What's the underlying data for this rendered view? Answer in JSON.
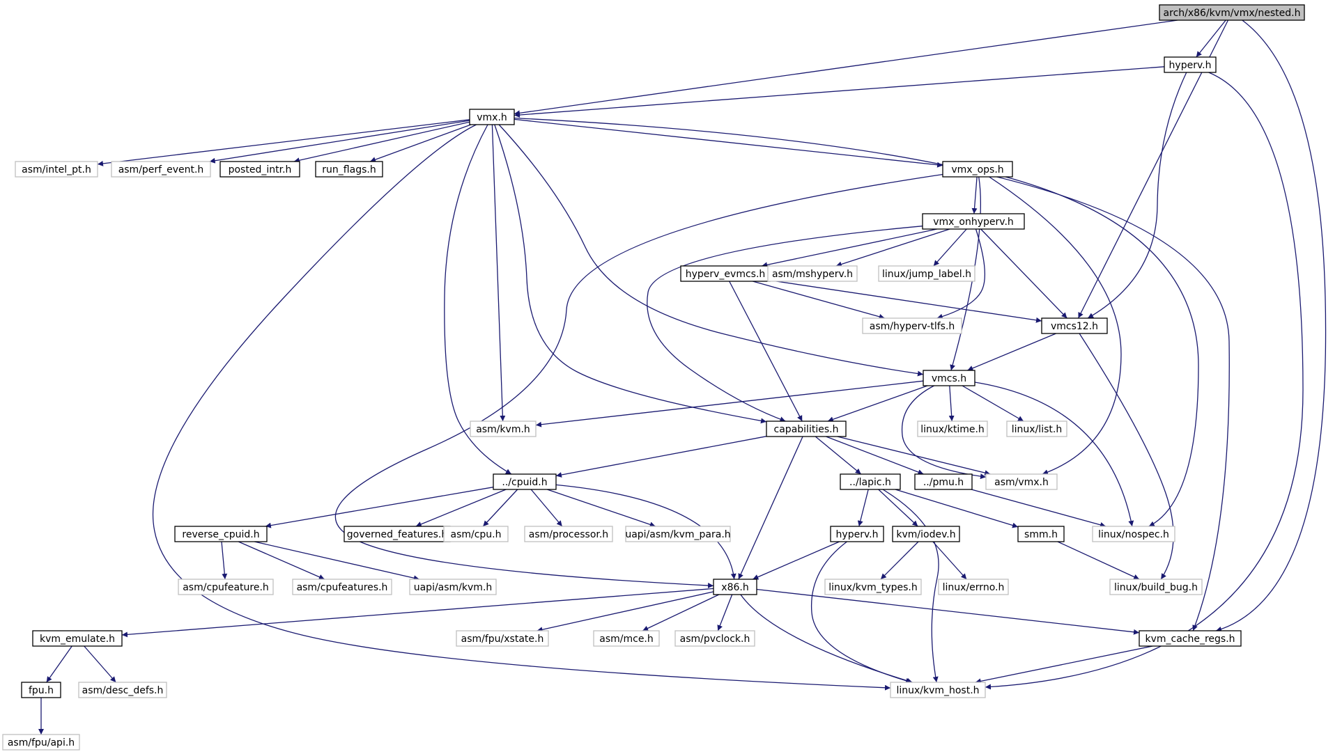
{
  "diagram": {
    "colors": {
      "edge": "#191970",
      "root_fill": "#bfbfbf",
      "local_border": "#000000",
      "external_border": "#bfbfbf"
    },
    "nodes": [
      {
        "id": "nested",
        "label": "arch/x86/kvm/vmx/nested.h",
        "kind": "root"
      },
      {
        "id": "hyperv_top",
        "label": "hyperv.h",
        "kind": "local"
      },
      {
        "id": "vmx",
        "label": "vmx.h",
        "kind": "local"
      },
      {
        "id": "intel_pt",
        "label": "asm/intel_pt.h",
        "kind": "external"
      },
      {
        "id": "perf_event",
        "label": "asm/perf_event.h",
        "kind": "external"
      },
      {
        "id": "posted_intr",
        "label": "posted_intr.h",
        "kind": "local"
      },
      {
        "id": "run_flags",
        "label": "run_flags.h",
        "kind": "local"
      },
      {
        "id": "vmx_ops",
        "label": "vmx_ops.h",
        "kind": "local"
      },
      {
        "id": "vmx_onhyperv",
        "label": "vmx_onhyperv.h",
        "kind": "local"
      },
      {
        "id": "hyperv_evmcs",
        "label": "hyperv_evmcs.h",
        "kind": "local"
      },
      {
        "id": "mshyperv",
        "label": "asm/mshyperv.h",
        "kind": "external"
      },
      {
        "id": "jump_label",
        "label": "linux/jump_label.h",
        "kind": "external"
      },
      {
        "id": "hyperv_tlfs",
        "label": "asm/hyperv-tlfs.h",
        "kind": "external"
      },
      {
        "id": "vmcs12",
        "label": "vmcs12.h",
        "kind": "local"
      },
      {
        "id": "vmcs",
        "label": "vmcs.h",
        "kind": "local"
      },
      {
        "id": "asm_kvm",
        "label": "asm/kvm.h",
        "kind": "external"
      },
      {
        "id": "capabilities",
        "label": "capabilities.h",
        "kind": "local"
      },
      {
        "id": "ktime",
        "label": "linux/ktime.h",
        "kind": "external"
      },
      {
        "id": "list",
        "label": "linux/list.h",
        "kind": "external"
      },
      {
        "id": "cpuid",
        "label": "../cpuid.h",
        "kind": "local"
      },
      {
        "id": "lapic",
        "label": "../lapic.h",
        "kind": "local"
      },
      {
        "id": "pmu",
        "label": "../pmu.h",
        "kind": "local"
      },
      {
        "id": "asm_vmx",
        "label": "asm/vmx.h",
        "kind": "external"
      },
      {
        "id": "reverse_cpuid",
        "label": "reverse_cpuid.h",
        "kind": "local"
      },
      {
        "id": "governed",
        "label": "governed_features.h",
        "kind": "local"
      },
      {
        "id": "asm_cpu",
        "label": "asm/cpu.h",
        "kind": "external"
      },
      {
        "id": "processor",
        "label": "asm/processor.h",
        "kind": "external"
      },
      {
        "id": "kvm_para",
        "label": "uapi/asm/kvm_para.h",
        "kind": "external"
      },
      {
        "id": "hyperv_mid",
        "label": "hyperv.h",
        "kind": "local"
      },
      {
        "id": "iodev",
        "label": "kvm/iodev.h",
        "kind": "local"
      },
      {
        "id": "smm",
        "label": "smm.h",
        "kind": "local"
      },
      {
        "id": "nospec",
        "label": "linux/nospec.h",
        "kind": "external"
      },
      {
        "id": "cpufeature",
        "label": "asm/cpufeature.h",
        "kind": "external"
      },
      {
        "id": "cpufeatures",
        "label": "asm/cpufeatures.h",
        "kind": "external"
      },
      {
        "id": "uapi_kvm",
        "label": "uapi/asm/kvm.h",
        "kind": "external"
      },
      {
        "id": "x86",
        "label": "x86.h",
        "kind": "local"
      },
      {
        "id": "kvm_types",
        "label": "linux/kvm_types.h",
        "kind": "external"
      },
      {
        "id": "errno",
        "label": "linux/errno.h",
        "kind": "external"
      },
      {
        "id": "build_bug",
        "label": "linux/build_bug.h",
        "kind": "external"
      },
      {
        "id": "kvm_emulate",
        "label": "kvm_emulate.h",
        "kind": "local"
      },
      {
        "id": "xstate",
        "label": "asm/fpu/xstate.h",
        "kind": "external"
      },
      {
        "id": "mce",
        "label": "asm/mce.h",
        "kind": "external"
      },
      {
        "id": "pvclock",
        "label": "asm/pvclock.h",
        "kind": "external"
      },
      {
        "id": "kvm_cache_regs",
        "label": "kvm_cache_regs.h",
        "kind": "local"
      },
      {
        "id": "fpu",
        "label": "fpu.h",
        "kind": "local"
      },
      {
        "id": "desc_defs",
        "label": "asm/desc_defs.h",
        "kind": "external"
      },
      {
        "id": "kvm_host",
        "label": "linux/kvm_host.h",
        "kind": "external"
      },
      {
        "id": "fpu_api",
        "label": "asm/fpu/api.h",
        "kind": "external"
      }
    ],
    "edges": [
      [
        "nested",
        "vmx"
      ],
      [
        "nested",
        "hyperv_top"
      ],
      [
        "nested",
        "vmcs12"
      ],
      [
        "nested",
        "kvm_cache_regs"
      ],
      [
        "hyperv_top",
        "vmx"
      ],
      [
        "hyperv_top",
        "vmcs12"
      ],
      [
        "hyperv_top",
        "kvm_host"
      ],
      [
        "vmx",
        "intel_pt"
      ],
      [
        "vmx",
        "perf_event"
      ],
      [
        "vmx",
        "posted_intr"
      ],
      [
        "vmx",
        "run_flags"
      ],
      [
        "vmx",
        "vmx_ops"
      ],
      [
        "vmx",
        "kvm_cache_regs"
      ],
      [
        "vmx",
        "asm_kvm"
      ],
      [
        "vmx",
        "capabilities"
      ],
      [
        "vmx",
        "vmcs"
      ],
      [
        "vmx",
        "cpuid"
      ],
      [
        "vmx",
        "kvm_host"
      ],
      [
        "vmx_ops",
        "vmx_onhyperv"
      ],
      [
        "vmx_ops",
        "vmcs"
      ],
      [
        "vmx_ops",
        "asm_vmx"
      ],
      [
        "vmx_ops",
        "nospec"
      ],
      [
        "vmx_ops",
        "x86"
      ],
      [
        "vmx_onhyperv",
        "hyperv_evmcs"
      ],
      [
        "vmx_onhyperv",
        "mshyperv"
      ],
      [
        "vmx_onhyperv",
        "jump_label"
      ],
      [
        "vmx_onhyperv",
        "hyperv_tlfs"
      ],
      [
        "vmx_onhyperv",
        "vmcs12"
      ],
      [
        "vmx_onhyperv",
        "capabilities"
      ],
      [
        "hyperv_evmcs",
        "hyperv_tlfs"
      ],
      [
        "hyperv_evmcs",
        "vmcs12"
      ],
      [
        "hyperv_evmcs",
        "capabilities"
      ],
      [
        "vmcs12",
        "vmcs"
      ],
      [
        "vmcs12",
        "build_bug"
      ],
      [
        "vmcs",
        "asm_kvm"
      ],
      [
        "vmcs",
        "capabilities"
      ],
      [
        "vmcs",
        "ktime"
      ],
      [
        "vmcs",
        "list"
      ],
      [
        "vmcs",
        "asm_vmx"
      ],
      [
        "vmcs",
        "nospec"
      ],
      [
        "capabilities",
        "cpuid"
      ],
      [
        "capabilities",
        "lapic"
      ],
      [
        "capabilities",
        "pmu"
      ],
      [
        "capabilities",
        "asm_vmx"
      ],
      [
        "capabilities",
        "x86"
      ],
      [
        "cpuid",
        "reverse_cpuid"
      ],
      [
        "cpuid",
        "governed"
      ],
      [
        "cpuid",
        "asm_cpu"
      ],
      [
        "cpuid",
        "processor"
      ],
      [
        "cpuid",
        "kvm_para"
      ],
      [
        "cpuid",
        "x86"
      ],
      [
        "lapic",
        "hyperv_mid"
      ],
      [
        "lapic",
        "iodev"
      ],
      [
        "lapic",
        "smm"
      ],
      [
        "lapic",
        "kvm_host"
      ],
      [
        "pmu",
        "nospec"
      ],
      [
        "reverse_cpuid",
        "cpufeature"
      ],
      [
        "reverse_cpuid",
        "cpufeatures"
      ],
      [
        "reverse_cpuid",
        "uapi_kvm"
      ],
      [
        "hyperv_mid",
        "x86"
      ],
      [
        "hyperv_mid",
        "kvm_host"
      ],
      [
        "iodev",
        "kvm_types"
      ],
      [
        "iodev",
        "errno"
      ],
      [
        "smm",
        "build_bug"
      ],
      [
        "x86",
        "kvm_emulate"
      ],
      [
        "x86",
        "xstate"
      ],
      [
        "x86",
        "mce"
      ],
      [
        "x86",
        "pvclock"
      ],
      [
        "x86",
        "kvm_cache_regs"
      ],
      [
        "x86",
        "kvm_host"
      ],
      [
        "kvm_cache_regs",
        "kvm_host"
      ],
      [
        "kvm_emulate",
        "fpu"
      ],
      [
        "kvm_emulate",
        "desc_defs"
      ],
      [
        "fpu",
        "fpu_api"
      ]
    ]
  }
}
